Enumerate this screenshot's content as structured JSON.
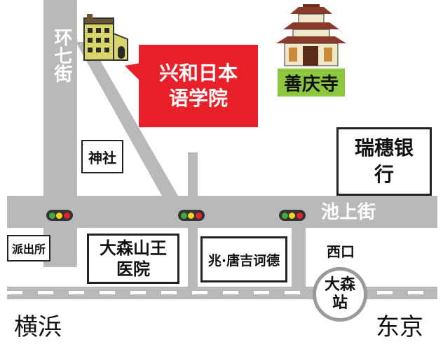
{
  "streets": {
    "kan_nana": "环七街",
    "ike_ue": "池上街"
  },
  "landmarks": {
    "school": "兴和日本语学院",
    "temple": "善庆寺",
    "bank": "瑞穗银行",
    "shrine": "神社",
    "police_box": "派出所",
    "hospital": "大森山王医院",
    "store": "兆·唐吉诃德",
    "west_exit": "西口",
    "station": "大森站"
  },
  "directions": {
    "left": "横浜",
    "right": "东京"
  },
  "colors": {
    "road": "#b9b9b9",
    "school_bg": "#e8202a",
    "temple_label_bg": "#8dc63f",
    "railway": "#b9b9b9"
  },
  "icons": [
    "school-building-icon",
    "temple-icon",
    "traffic-light-icon"
  ]
}
